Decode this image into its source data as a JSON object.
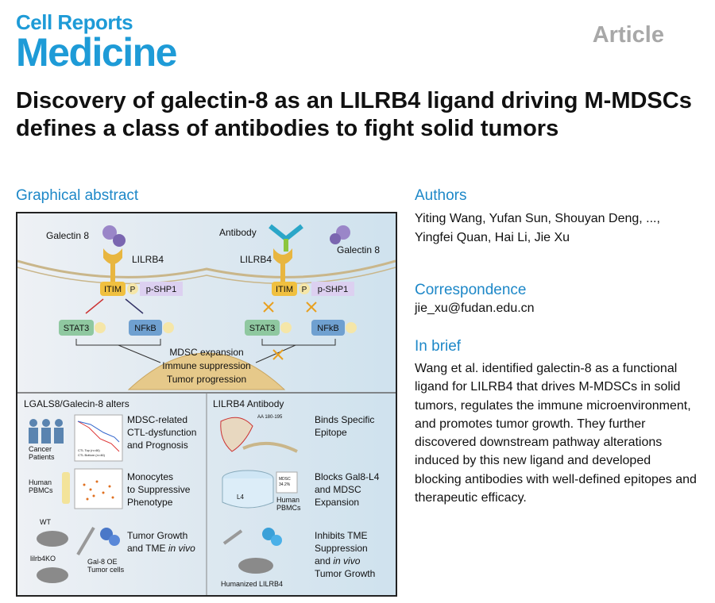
{
  "journal": {
    "line1": "Cell Reports",
    "line2": "Medicine",
    "article_type": "Article",
    "brand_color": "#1e9bd7"
  },
  "title": "Discovery of galectin-8 as an LILRB4 ligand driving M-MDSCs defines a class of antibodies to fight solid tumors",
  "sections": {
    "graphical_abstract": "Graphical abstract",
    "authors": "Authors",
    "correspondence": "Correspondence",
    "in_brief": "In brief"
  },
  "authors": "Yiting Wang, Yufan Sun, Shouyan Deng, ..., Yingfei Quan, Hai Li, Jie Xu",
  "correspondence_email": "jie_xu@fudan.edu.cn",
  "in_brief": "Wang et al. identified galectin-8 as a functional ligand for LILRB4 that drives M-MDSCs in solid tumors, regulates the immune microenvironment, and promotes tumor growth. They further discovered downstream pathway alterations induced by this new ligand and developed blocking antibodies with well-defined epitopes and therapeutic efficacy.",
  "abstract": {
    "left_top": {
      "galectin": "Galectin 8",
      "receptor": "LILRB4",
      "itim": "ITIM",
      "p": "P",
      "pshp1": "p-SHP1",
      "stat3": "STAT3",
      "nfkb": "NFkB"
    },
    "right_top": {
      "antibody": "Antibody",
      "galectin": "Galectin 8",
      "receptor": "LILRB4",
      "itim": "ITIM",
      "p": "P",
      "pshp1": "p-SHP1",
      "stat3": "STAT3",
      "nfkb": "NFkB"
    },
    "outcomes": [
      "MDSC expansion",
      "Immune suppression",
      "Tumor progression"
    ],
    "left_bottom": {
      "heading": "LGALS8/Galecin-8 alters",
      "cancer_patients": [
        "Cancer",
        "Patients"
      ],
      "km_legend": [
        "CTL Top (n=46)",
        "CTL Bottom (n=46)"
      ],
      "row1": [
        "MDSC-related",
        "CTL-dysfunction",
        "and Prognosis"
      ],
      "human_pbmcs": [
        "Human",
        "PBMCs"
      ],
      "row2": [
        "Monocytes",
        "to Suppressive",
        "Phenotype"
      ],
      "wt": "WT",
      "ko": "lilrb4KO",
      "gal8_cells": [
        "Gal-8 OE",
        "Tumor cells"
      ],
      "row3_line1": "Tumor Growth",
      "row3_line2": "and TME",
      "row3_italic": "in vivo"
    },
    "right_bottom": {
      "heading": "LILRB4 Antibody",
      "aa_label": "AA 180-195",
      "row1": [
        "Binds Specific",
        "Epitope"
      ],
      "l4": "L4",
      "mdsc_label": [
        "MDSC",
        "34.2%"
      ],
      "human_pbmcs": [
        "Human",
        "PBMCs"
      ],
      "row2": [
        "Blocks Gal8-L4",
        "and MDSC",
        "Expansion"
      ],
      "humanized": "Humanized LILRB4",
      "row3_line1": "Inhibits TME",
      "row3_line2": "Suppression",
      "row3_pre": "and",
      "row3_italic": "in vivo",
      "row3_line4": "Tumor Growth"
    }
  }
}
